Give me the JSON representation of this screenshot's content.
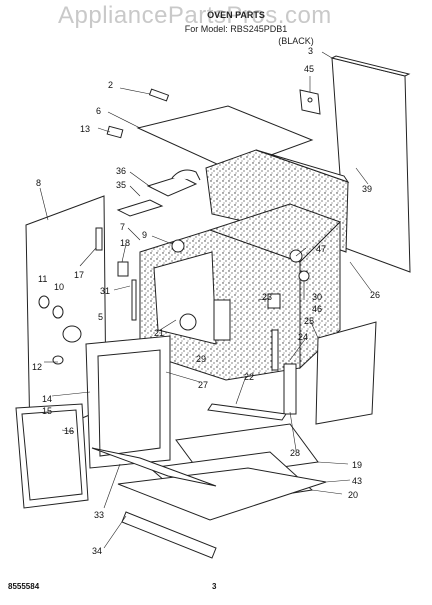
{
  "header": {
    "watermark": "AppliancePartsPros.com",
    "title": "OVEN PARTS",
    "model_line": "For Model: RBS245PDB1",
    "color": "(BLACK)"
  },
  "footer": {
    "doc_number": "8555584",
    "page_number": "3"
  },
  "callouts": [
    "2",
    "3",
    "45",
    "6",
    "13",
    "36",
    "35",
    "39",
    "8",
    "7",
    "9",
    "18",
    "17",
    "11",
    "10",
    "31",
    "5",
    "47",
    "30",
    "26",
    "23",
    "46",
    "21",
    "25",
    "29",
    "24",
    "22",
    "12",
    "27",
    "14",
    "15",
    "28",
    "16",
    "19",
    "43",
    "20",
    "33",
    "34"
  ]
}
